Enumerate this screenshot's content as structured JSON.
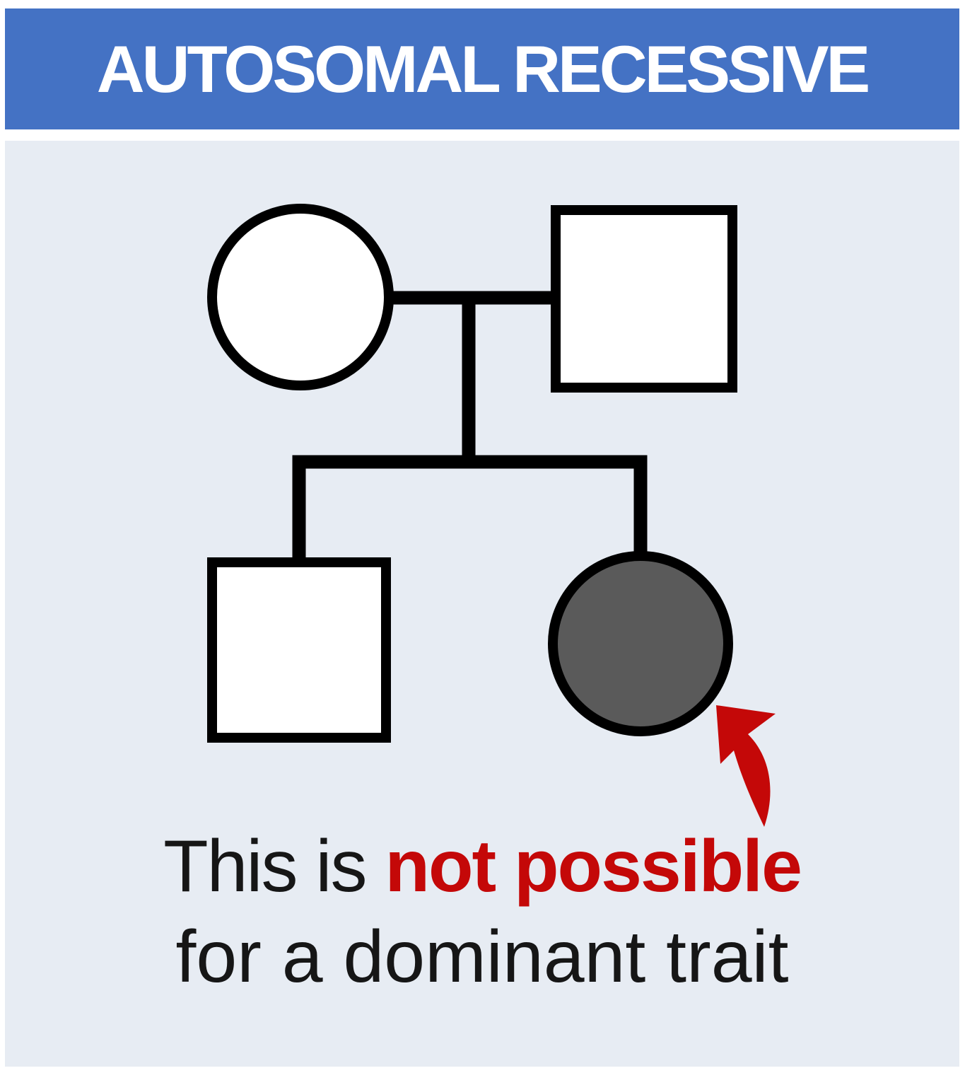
{
  "header": {
    "title": "AUTOSOMAL RECESSIVE",
    "background_color": "#4472C4",
    "text_color": "#FFFFFF"
  },
  "panel": {
    "background_color": "#E7ECF3"
  },
  "pedigree": {
    "line_color": "#000000",
    "unaffected_fill": "#FFFFFF",
    "affected_fill": "#5A5A5A",
    "individuals": [
      {
        "role": "mother",
        "generation": 1,
        "sex": "female",
        "shape": "circle",
        "affected": false
      },
      {
        "role": "father",
        "generation": 1,
        "sex": "male",
        "shape": "square",
        "affected": false
      },
      {
        "role": "son",
        "generation": 2,
        "sex": "male",
        "shape": "square",
        "affected": false
      },
      {
        "role": "daughter",
        "generation": 2,
        "sex": "female",
        "shape": "circle",
        "affected": true
      }
    ]
  },
  "annotation": {
    "arrow_color": "#C40808",
    "caption": {
      "line1_prefix": "This is ",
      "line1_emphasis": "not possible",
      "line2": "for a dominant trait",
      "text_color": "#161616",
      "emphasis_color": "#C40808"
    }
  }
}
